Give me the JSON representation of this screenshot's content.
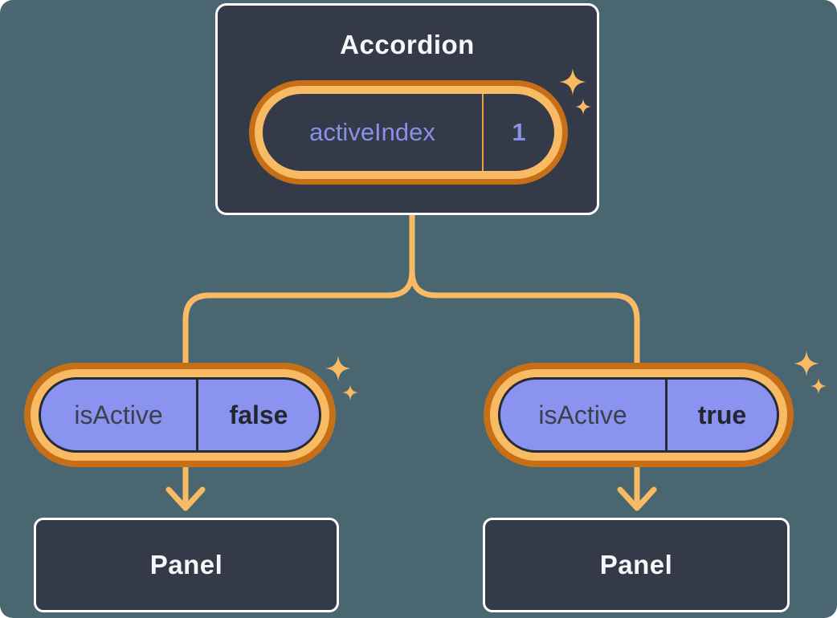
{
  "colors": {
    "background": "#4A6771",
    "box_fill": "#343A47",
    "box_border": "#FFFFFF",
    "light_text": "#F6F7F9",
    "purple_fill": "#8B93F0",
    "purple_text": "#8890EA",
    "orange_dark": "#C76F16",
    "orange_light": "#F8BB63",
    "orange_divider": "#E8A14D",
    "pill_outline": "#262B34",
    "dark_text": "#3A414B",
    "dark_value": "#23272F"
  },
  "accordion": {
    "title": "Accordion",
    "state": {
      "name": "activeIndex",
      "value": "1"
    }
  },
  "prop_pills": [
    {
      "name": "isActive",
      "value": "false"
    },
    {
      "name": "isActive",
      "value": "true"
    }
  ],
  "panels": [
    {
      "label": "Panel"
    },
    {
      "label": "Panel"
    }
  ]
}
